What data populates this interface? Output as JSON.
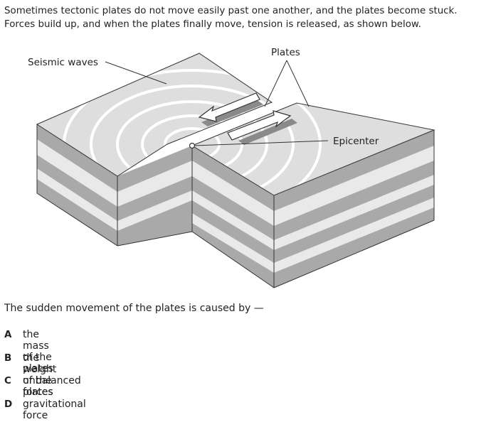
{
  "intro": {
    "line1": "Sometimes tectonic plates do not move easily past one another, and the plates become stuck.",
    "line2": "Forces build up, and when the plates finally move, tension is released, as shown below."
  },
  "diagram": {
    "labels": {
      "seismic_waves": "Seismic waves",
      "plates": "Plates",
      "epicenter": "Epicenter"
    }
  },
  "question": {
    "stem": "The sudden movement of the plates is caused by —"
  },
  "choices": [
    {
      "letter": "A",
      "text": "the mass of the plates"
    },
    {
      "letter": "B",
      "text": "the weight of the plates"
    },
    {
      "letter": "C",
      "text": "unbalanced forces"
    },
    {
      "letter": "D",
      "text": "gravitational force"
    }
  ]
}
